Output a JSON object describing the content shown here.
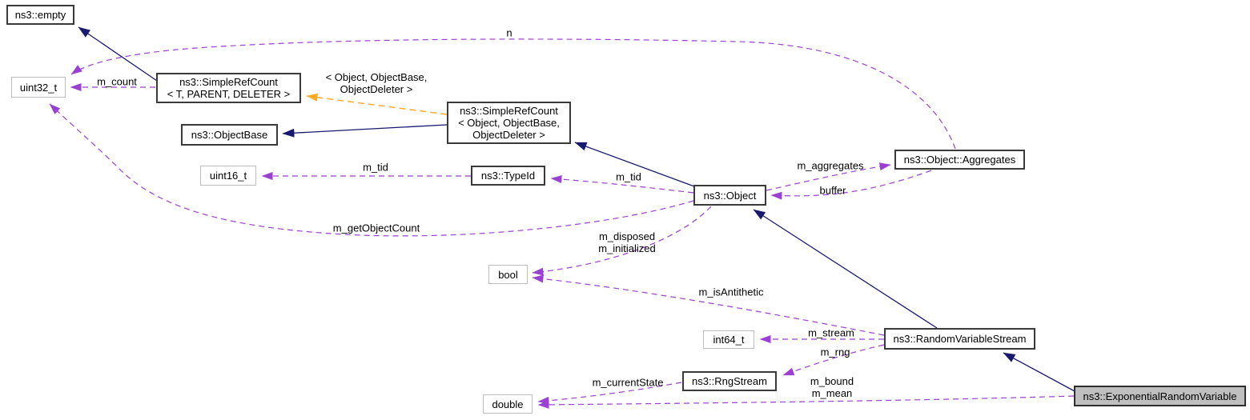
{
  "diagram": {
    "kind": "doxygen-collaboration-diagram",
    "colors": {
      "inheritance_edge": "#191970",
      "usage_edge": "#9a40d3",
      "template_edge": "#ffa726",
      "node_bg": "#ffffff",
      "node_border": "#3a3a3a",
      "primitive_border": "#bdbdbd",
      "current_node_bg": "#bfbfbf"
    },
    "nodes": {
      "empty": {
        "label": "ns3::empty"
      },
      "uint32_t": {
        "label": "uint32_t"
      },
      "simple_ref_count_t": {
        "l1": "ns3::SimpleRefCount",
        "l2": "< T, PARENT, DELETER >"
      },
      "object_base": {
        "label": "ns3::ObjectBase"
      },
      "simple_ref_count_object": {
        "l1": "ns3::SimpleRefCount",
        "l2": "< Object, ObjectBase,",
        "l3": "ObjectDeleter >"
      },
      "uint16_t": {
        "label": "uint16_t"
      },
      "type_id": {
        "label": "ns3::TypeId"
      },
      "object": {
        "label": "ns3::Object"
      },
      "aggregates": {
        "label": "ns3::Object::Aggregates"
      },
      "bool": {
        "label": "bool"
      },
      "int64_t": {
        "label": "int64_t"
      },
      "random_variable_stream": {
        "label": "ns3::RandomVariableStream"
      },
      "rng_stream": {
        "label": "ns3::RngStream"
      },
      "double": {
        "label": "double"
      },
      "exponential_random_variable": {
        "label": "ns3::ExponentialRandomVariable"
      }
    },
    "edge_labels": {
      "n": "n",
      "m_count": "m_count",
      "template_args_l1": "< Object, ObjectBase,",
      "template_args_l2": "ObjectDeleter >",
      "m_tid_typeid": "m_tid",
      "m_tid_object": "m_tid",
      "m_aggregates": "m_aggregates",
      "buffer": "buffer",
      "m_getObjectCount": "m_getObjectCount",
      "m_disposed": "m_disposed",
      "m_initialized": "m_initialized",
      "m_isAntithetic": "m_isAntithetic",
      "m_stream": "m_stream",
      "m_rng": "m_rng",
      "m_currentState": "m_currentState",
      "m_bound": "m_bound",
      "m_mean": "m_mean"
    }
  }
}
